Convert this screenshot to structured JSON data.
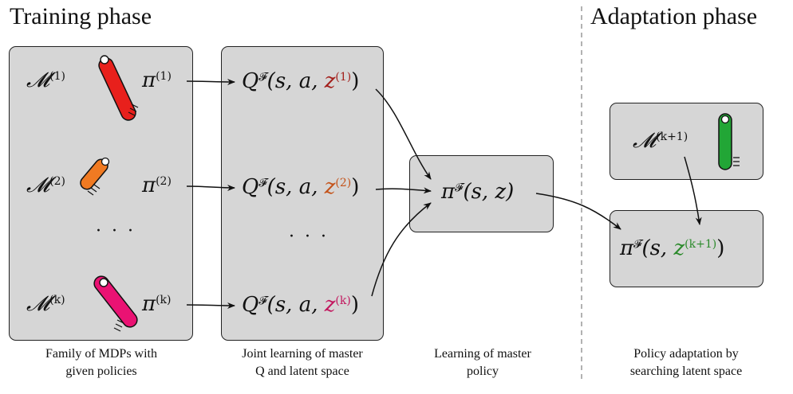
{
  "phases": {
    "training": "Training phase",
    "adaptation": "Adaptation phase"
  },
  "mdp_column": {
    "rows": [
      {
        "model": "𝓜",
        "index": "(1)",
        "policy": "π",
        "policy_index": "(1)",
        "pole_color": "#e8201c"
      },
      {
        "model": "𝓜",
        "index": "(2)",
        "policy": "π",
        "policy_index": "(2)",
        "pole_color": "#f07a22"
      },
      {
        "model": "𝓜",
        "index": "(k)",
        "policy": "π",
        "policy_index": "(k)",
        "pole_color": "#ea1273"
      }
    ],
    "ellipsis": "· · ·"
  },
  "q_column": {
    "rows": [
      {
        "prefix": "Q",
        "sup": "𝓕",
        "args": "(s, a, ",
        "latent": "z",
        "latent_index": "(1)",
        "close": ")",
        "latent_color": "#a3201c"
      },
      {
        "prefix": "Q",
        "sup": "𝓕",
        "args": "(s, a, ",
        "latent": "z",
        "latent_index": "(2)",
        "close": ")",
        "latent_color": "#c4531a"
      },
      {
        "prefix": "Q",
        "sup": "𝓕",
        "args": "(s, a, ",
        "latent": "z",
        "latent_index": "(k)",
        "close": ")",
        "latent_color": "#c2175e"
      }
    ],
    "ellipsis": "· · ·"
  },
  "master_policy": {
    "symbol": "π",
    "sup": "𝓕",
    "args": "(s, z)"
  },
  "adaptation": {
    "model": "𝓜",
    "index": "(k+1)",
    "pole_color": "#22a636",
    "policy": "π",
    "policy_sup": "𝓕",
    "policy_args": "(s, ",
    "latent": "z",
    "latent_index": "(k+1)",
    "latent_color": "#2b8a2b",
    "close": ")"
  },
  "captions": {
    "family": [
      "Family of MDPs with",
      "given policies"
    ],
    "joint": [
      "Joint learning of master",
      "Q and latent space"
    ],
    "learning": [
      "Learning of master",
      "policy"
    ],
    "adaptation": [
      "Policy adaptation by",
      "searching latent space"
    ]
  }
}
